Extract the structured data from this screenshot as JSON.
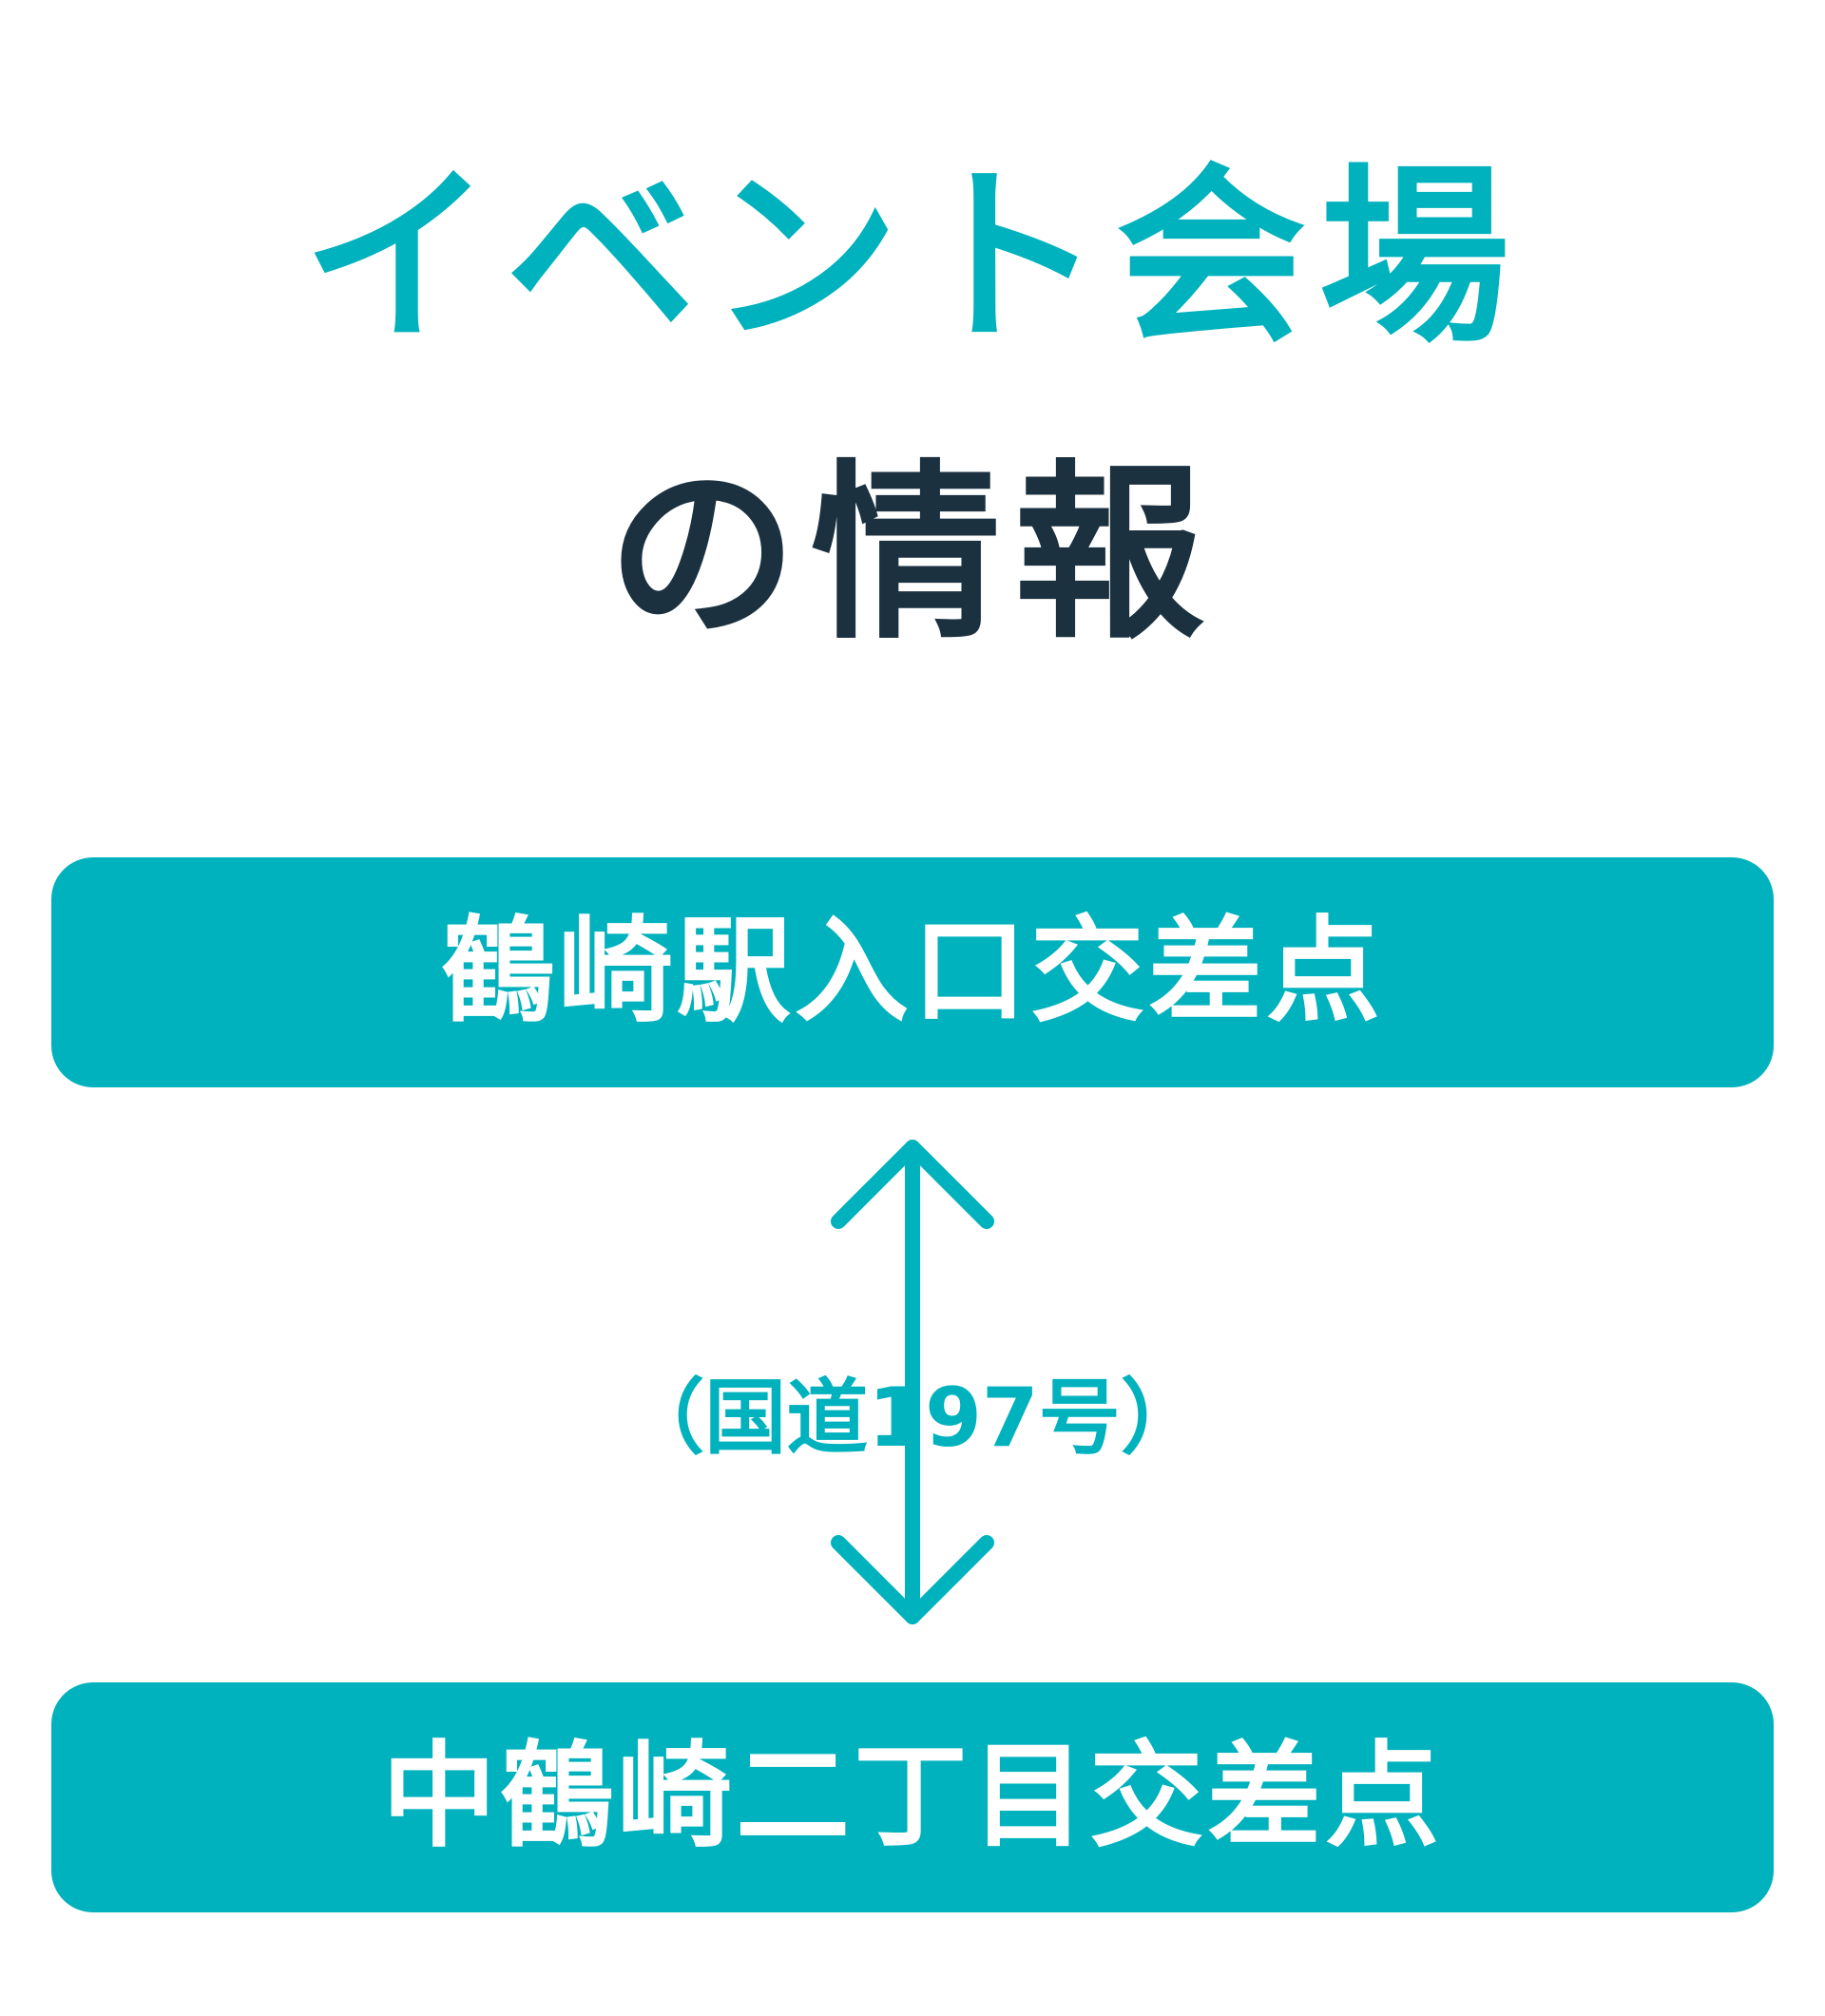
{
  "title": {
    "line1": "イベント会場",
    "line2": "の情報"
  },
  "route": {
    "from": "鶴崎駅入口交差点",
    "road": "（国道197号）",
    "to": "中鶴崎二丁目交差点"
  },
  "colors": {
    "accent": "#00b2bd",
    "dark": "#1c3140",
    "box_text": "#ffffff",
    "background": "#ffffff"
  },
  "icons": {
    "arrow": "double-headed-vertical-arrow-icon"
  }
}
